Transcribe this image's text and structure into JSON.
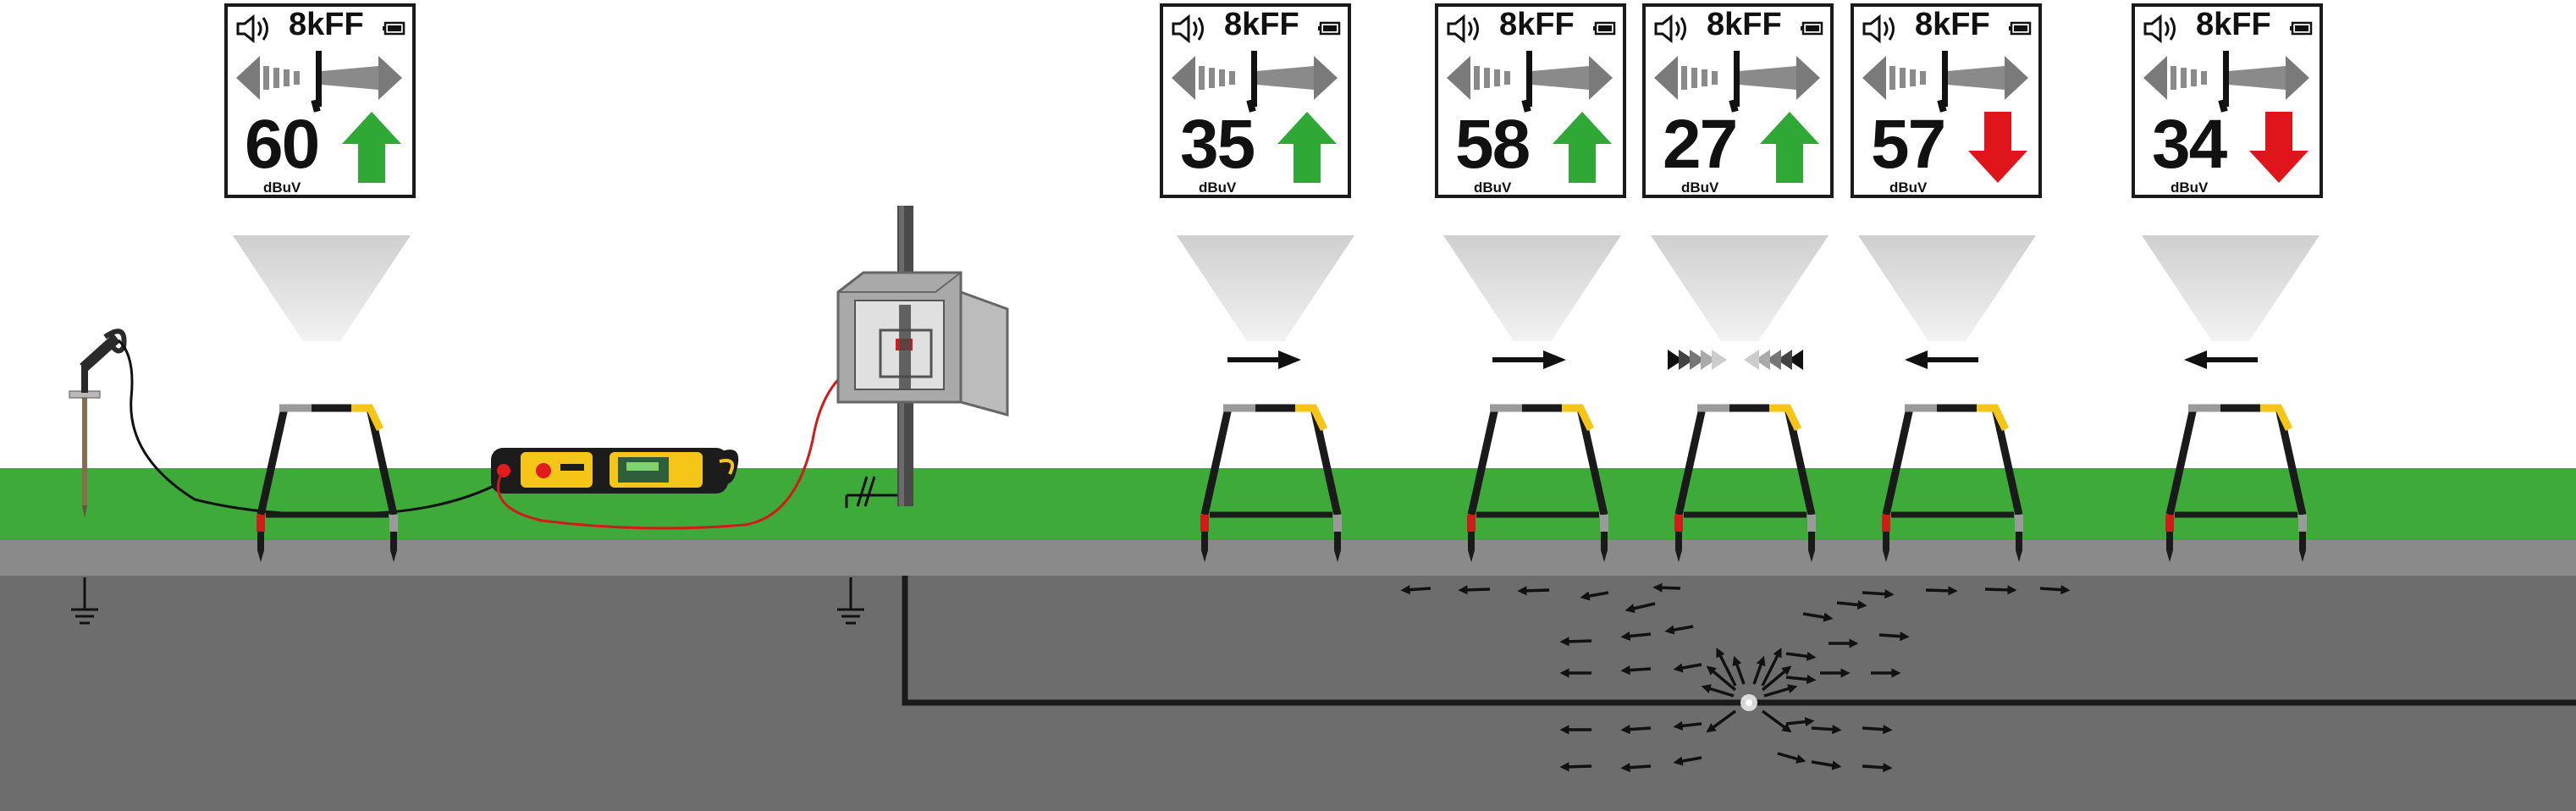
{
  "colors": {
    "sky": "#ffffff",
    "grass": "#3daa3a",
    "topsoil": "#8a8a8a",
    "underground": "#6d6d6d",
    "cable": "#1a1a1a",
    "up_arrow": "#2fa836",
    "down_arrow": "#e0141b",
    "transmitter": "#f5c518"
  },
  "panels": [
    {
      "frequency": "8kFF",
      "reading": "60",
      "unit": "dBuV",
      "arrow": "up",
      "indicator": "none"
    },
    {
      "frequency": "8kFF",
      "reading": "35",
      "unit": "dBuV",
      "arrow": "up",
      "indicator": "right"
    },
    {
      "frequency": "8kFF",
      "reading": "58",
      "unit": "dBuV",
      "arrow": "up",
      "indicator": "right"
    },
    {
      "frequency": "8kFF",
      "reading": "27",
      "unit": "dBuV",
      "arrow": "up",
      "indicator": "both"
    },
    {
      "frequency": "8kFF",
      "reading": "57",
      "unit": "dBuV",
      "arrow": "down",
      "indicator": "left"
    },
    {
      "frequency": "8kFF",
      "reading": "34",
      "unit": "dBuV",
      "arrow": "down",
      "indicator": "left"
    }
  ],
  "icons": {
    "speaker": "speaker-icon",
    "battery": "battery-icon",
    "ground": "ground-symbol-icon"
  }
}
